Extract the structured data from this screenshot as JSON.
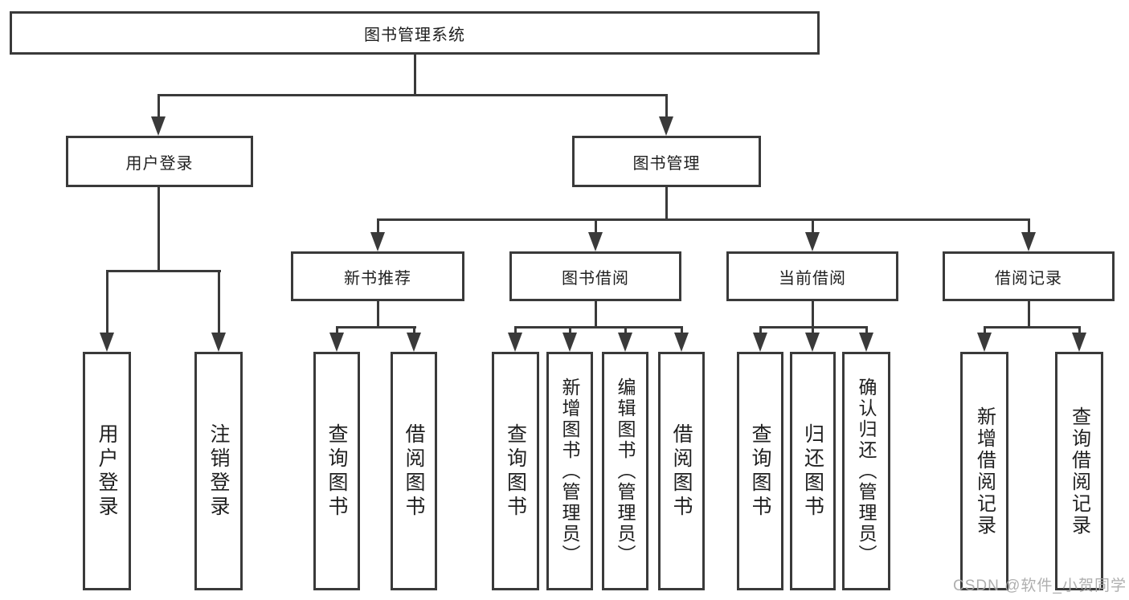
{
  "colors": {
    "line": "#3a3a3a",
    "box_border": "#3a3a3a",
    "text": "#1f1f1f",
    "watermark_text": "#a8a8a8",
    "background": "#ffffff"
  },
  "nodes": {
    "root": "图书管理系统",
    "user_login": "用户登录",
    "book_management": "图书管理",
    "new_book_recommend": "新书推荐",
    "book_borrow": "图书借阅",
    "current_borrow": "当前借阅",
    "borrow_record": "借阅记录"
  },
  "leaves": {
    "user_login": [
      "用户登录",
      "注销登录"
    ],
    "new_book_recommend": [
      "查询图书",
      "借阅图书"
    ],
    "book_borrow": [
      "查询图书",
      "新增图书（管理员）",
      "编辑图书（管理员）",
      "借阅图书"
    ],
    "current_borrow": [
      "查询图书",
      "归还图书",
      "确认归还（管理员）"
    ],
    "borrow_record": [
      "新增借阅记录",
      "查询借阅记录"
    ]
  },
  "watermark": "CSDN @软件_小贺同学"
}
